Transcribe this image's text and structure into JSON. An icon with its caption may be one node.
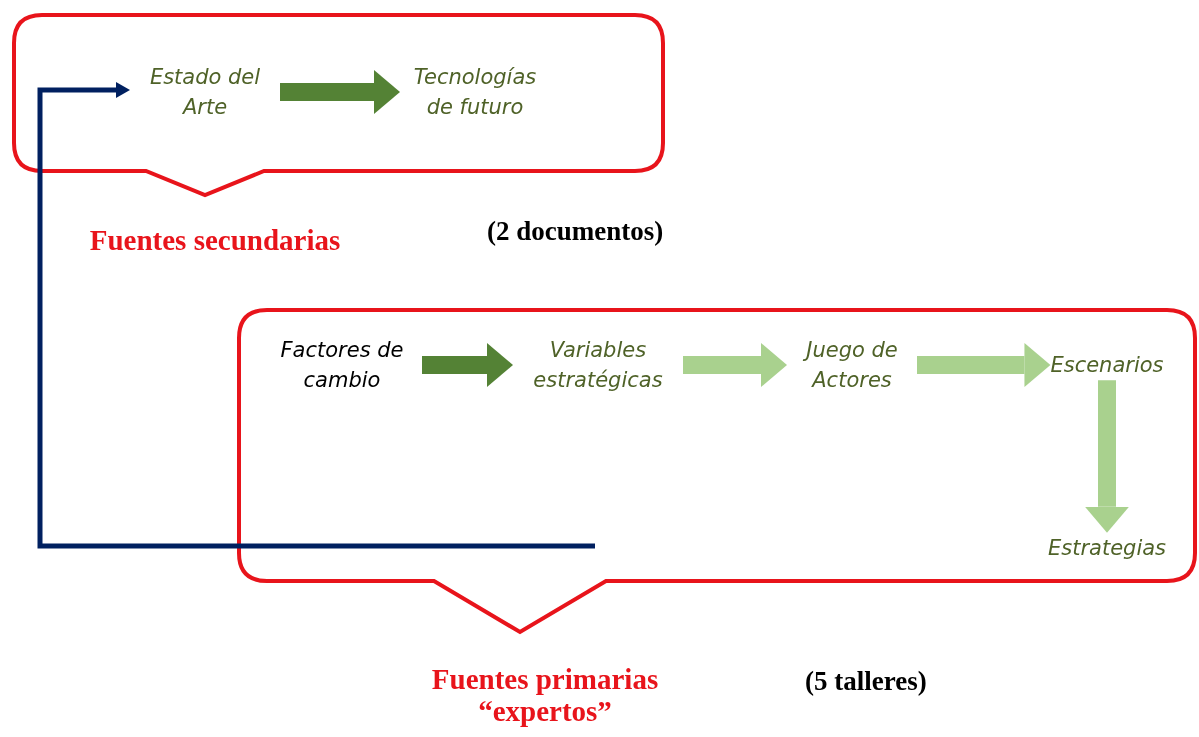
{
  "diagram": {
    "nodes": [
      {
        "text": [
          "Fuentes secundarias"
        ],
        "beside": [
          "(2 documentos)"
        ]
      },
      {
        "text": [
          "Estado del Arte"
        ],
        "in": 0
      },
      {
        "text": [
          "Tecnologías de futuro"
        ],
        "in": 0
      },
      {
        "text": [
          "Fuentes primarias “expertos”"
        ],
        "beside": [
          "(5 talleres)"
        ]
      },
      {
        "text": [
          "Factores de cambio"
        ],
        "in": 3
      },
      {
        "text": [
          "Variables estratégicas"
        ],
        "in": 3
      },
      {
        "text": [
          "Juego de Actores"
        ],
        "in": 3
      },
      {
        "text": [
          "Escenarios"
        ],
        "in": 3
      },
      {
        "text": [
          "Estrategias"
        ],
        "in": 3
      }
    ],
    "edges": [
      {
        "from": 1,
        "to": 2,
        "arrow": "to",
        "color": "#548235"
      },
      {
        "from": 4,
        "to": 5,
        "arrow": "to",
        "color": "#548235"
      },
      {
        "from": 5,
        "to": 6,
        "arrow": "to",
        "color": "#a9d18e"
      },
      {
        "from": 6,
        "to": 7,
        "arrow": "to",
        "color": "#a9d18e"
      },
      {
        "from": 7,
        "to": 8,
        "arrow": "to",
        "color": "#a9d18e"
      },
      {
        "from": null,
        "to": 1,
        "arrow": "to",
        "color": "#002060"
      }
    ]
  }
}
